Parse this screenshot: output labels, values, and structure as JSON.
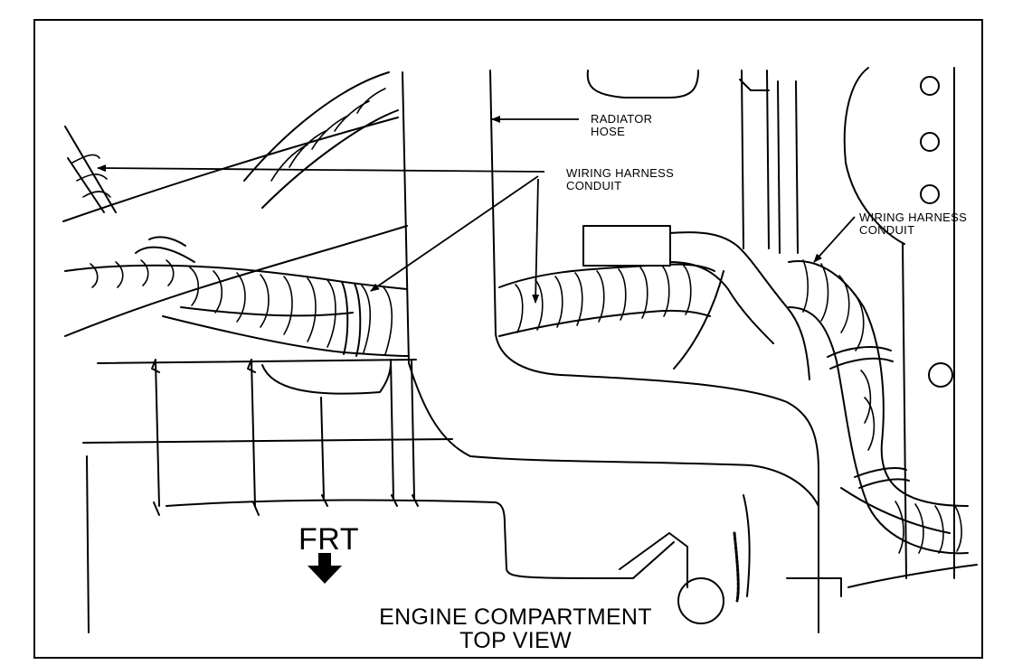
{
  "labels": {
    "radiator_hose": [
      "RADIATOR",
      "HOSE"
    ],
    "wiring_harness_conduit_center": [
      "WIRING HARNESS",
      "CONDUIT"
    ],
    "wiring_harness_conduit_right": [
      "WIRING HARNESS",
      "CONDUIT"
    ],
    "front": "FRT"
  },
  "caption": [
    "ENGINE COMPARTMENT",
    "TOP VIEW"
  ]
}
